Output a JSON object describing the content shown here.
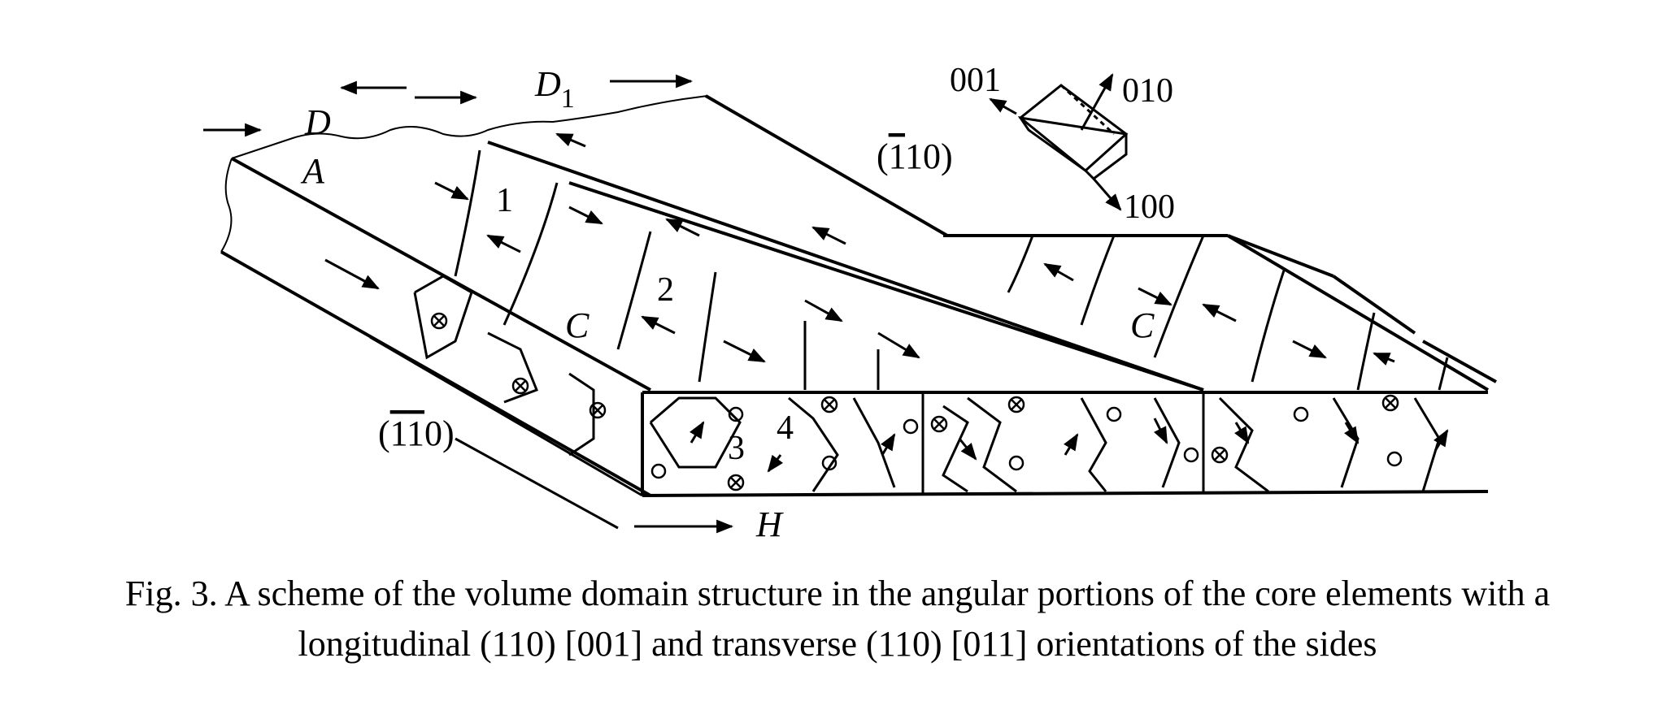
{
  "diagram": {
    "labels": {
      "D": "D",
      "D1": "D",
      "D1_sub": "1",
      "A": "A",
      "C_left": "C",
      "C_right": "C",
      "H": "H",
      "n1": "1",
      "n2": "2",
      "n3": "3",
      "n4": "4",
      "plane_top_pre": "(",
      "plane_top_bar": "1",
      "plane_top_post": "10)",
      "plane_side_pre": "(",
      "plane_side_bar1": "1",
      "plane_side_bar2": "1",
      "plane_side_post": "0)",
      "axis_001": "001",
      "axis_010": "010",
      "axis_100": "100"
    }
  },
  "caption": {
    "line1": "Fig. 3. A scheme of the volume domain structure in the angular portions of the core elements with a",
    "line2": "longitudinal (110) [001] and transverse (110) [011] orientations of the sides"
  }
}
